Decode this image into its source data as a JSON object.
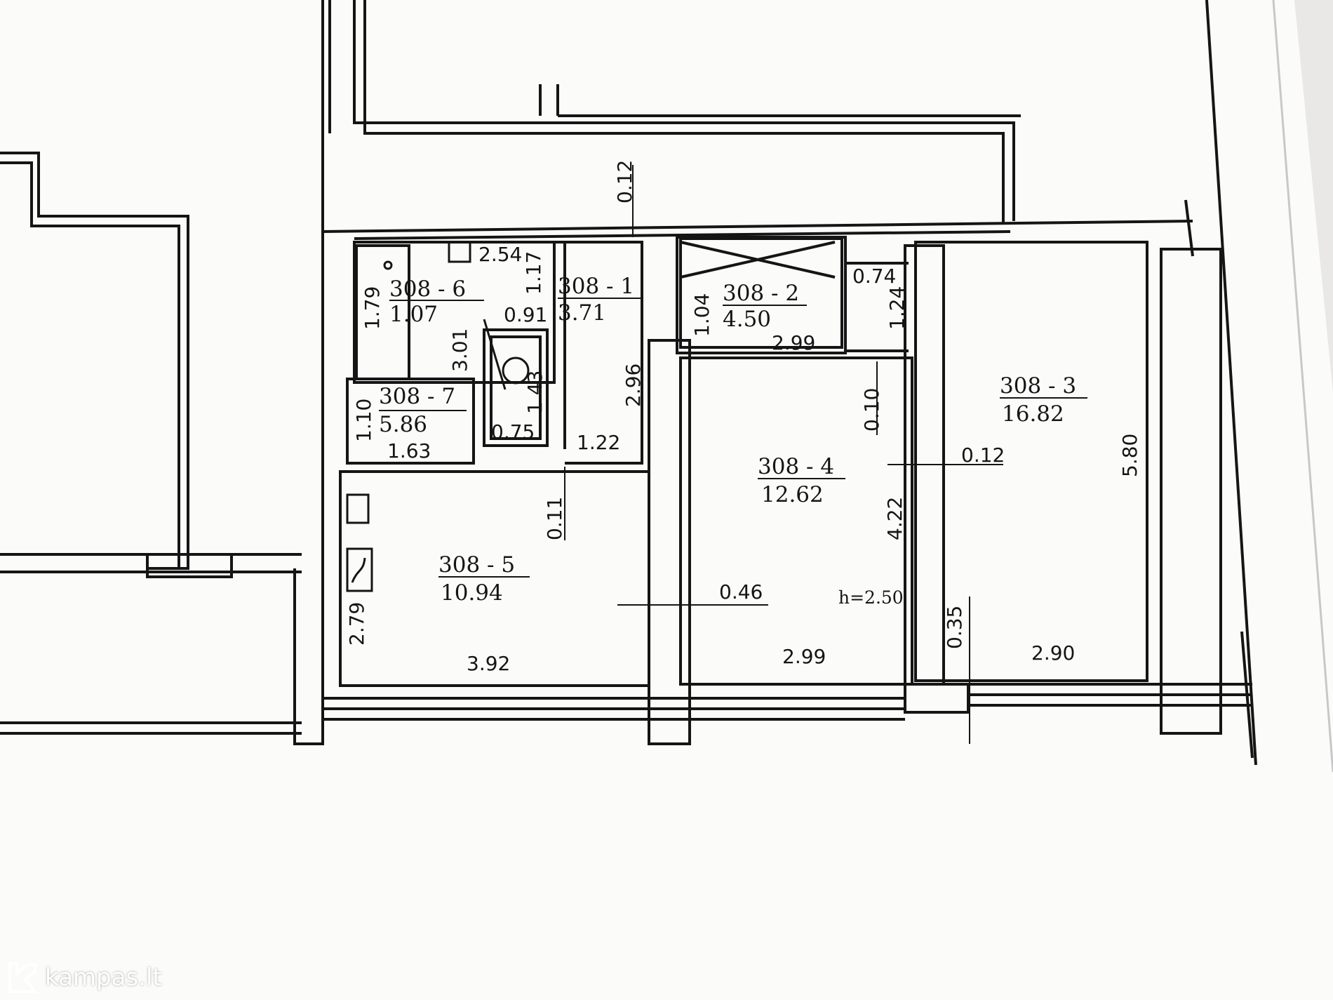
{
  "rooms": [
    {
      "id": "308 - 6",
      "area": "1.07"
    },
    {
      "id": "308 - 1",
      "area": "3.71"
    },
    {
      "id": "308 - 2",
      "area": "4.50"
    },
    {
      "id": "308 - 7",
      "area": "5.86"
    },
    {
      "id": "308 - 4",
      "area": "12.62"
    },
    {
      "id": "308 - 3",
      "area": "16.82"
    },
    {
      "id": "308 - 5",
      "area": "10.94"
    }
  ],
  "dimensions": [
    "0.12",
    "2.54",
    "1.17",
    "1.79",
    "0.91",
    "3.01",
    "0.74",
    "1.24",
    "1.04",
    "2.99",
    "2.96",
    "1.43",
    "1.10",
    "1.63",
    "0.75",
    "1.22",
    "0.10",
    "0.11",
    "0.12",
    "5.80",
    "4.22",
    "0.46",
    "0.35",
    "2.79",
    "3.92",
    "2.99",
    "2.90"
  ],
  "ceiling_height": "h=2.50",
  "watermark": "kampas.lt",
  "colors": {
    "paper": "#fbfbfa",
    "line": "#151515",
    "background": "#e9e8e6"
  }
}
